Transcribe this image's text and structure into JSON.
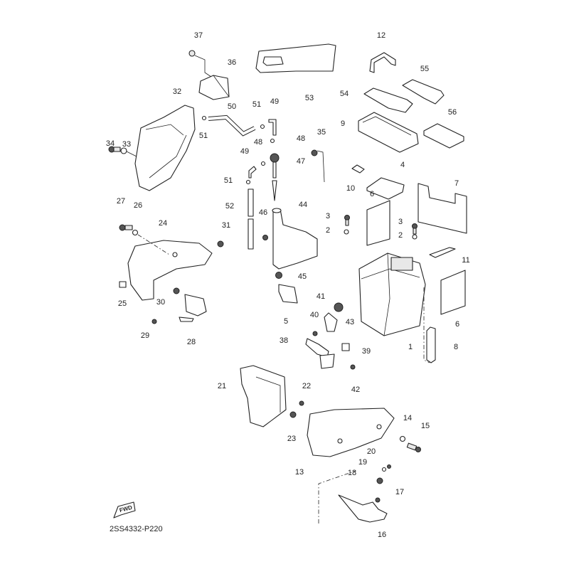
{
  "diagram": {
    "type": "exploded-parts-diagram",
    "drawing_code": "2SS4332-P220",
    "direction_indicator": "FWD",
    "callouts": [
      "1",
      "2",
      "3",
      "4",
      "5",
      "6",
      "7",
      "8",
      "9",
      "10",
      "11",
      "12",
      "13",
      "14",
      "15",
      "16",
      "17",
      "18",
      "19",
      "20",
      "21",
      "22",
      "23",
      "24",
      "25",
      "26",
      "27",
      "28",
      "29",
      "30",
      "31",
      "32",
      "33",
      "34",
      "35",
      "36",
      "37",
      "38",
      "39",
      "40",
      "41",
      "42",
      "43",
      "44",
      "45",
      "46",
      "47",
      "48",
      "49",
      "50",
      "51",
      "52",
      "53",
      "54",
      "55",
      "56"
    ],
    "labels": {
      "l37": "37",
      "l36": "36",
      "l32": "32",
      "l50": "50",
      "l51a": "51",
      "l51b": "51",
      "l51c": "51",
      "l49a": "49",
      "l49b": "49",
      "l48a": "48",
      "l48b": "48",
      "l47": "47",
      "l35": "35",
      "l34": "34",
      "l33": "33",
      "l53": "53",
      "l12": "12",
      "l55": "55",
      "l54": "54",
      "l56": "56",
      "l9": "9",
      "l10": "10",
      "l4": "4",
      "l6a": "6",
      "l6b": "6",
      "l7": "7",
      "l3a": "3",
      "l3b": "3",
      "l2a": "2",
      "l2b": "2",
      "l11": "11",
      "l8": "8",
      "l1": "1",
      "l27": "27",
      "l26": "26",
      "l24": "24",
      "l31": "31",
      "l25": "25",
      "l30": "30",
      "l29": "29",
      "l28": "28",
      "l52": "52",
      "l46": "46",
      "l44": "44",
      "l45": "45",
      "l5": "5",
      "l41": "41",
      "l40": "40",
      "l43": "43",
      "l38": "38",
      "l39": "39",
      "l42": "42",
      "l21": "21",
      "l22": "22",
      "l23": "23",
      "l13": "13",
      "l14": "14",
      "l15": "15",
      "l20": "20",
      "l19": "19",
      "l18": "18",
      "l17": "17",
      "l16": "16"
    }
  }
}
